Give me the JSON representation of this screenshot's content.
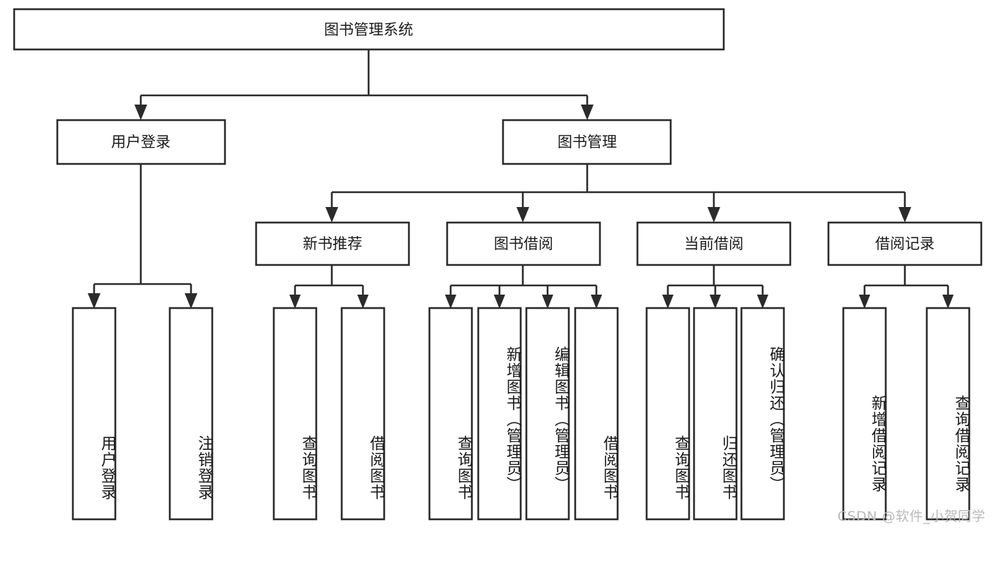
{
  "diagram": {
    "title": "图书管理系统",
    "type": "hierarchy-tree",
    "watermark": "CSDN @软件_小贺同学",
    "colors": {
      "stroke": "#2b2b2b",
      "box_fill": "#ffffff",
      "text": "#1a1a1a",
      "watermark": "#b9b9b9",
      "background": "#ffffff"
    },
    "root": {
      "label": "图书管理系统"
    },
    "level2": [
      {
        "label": "用户登录"
      },
      {
        "label": "图书管理"
      }
    ],
    "level3": [
      {
        "label": "新书推荐"
      },
      {
        "label": "图书借阅"
      },
      {
        "label": "当前借阅"
      },
      {
        "label": "借阅记录"
      }
    ],
    "leaves": {
      "user_login": [
        {
          "label": "用户登录"
        },
        {
          "label": "注销登录"
        }
      ],
      "new_book_recommend": [
        {
          "label": "查询图书"
        },
        {
          "label": "借阅图书"
        }
      ],
      "book_borrow": [
        {
          "label": "查询图书"
        },
        {
          "label": "新增图书（管理员）"
        },
        {
          "label": "编辑图书（管理员）"
        },
        {
          "label": "借阅图书"
        }
      ],
      "current_borrow": [
        {
          "label": "查询图书"
        },
        {
          "label": "归还图书"
        },
        {
          "label": "确认归还（管理员）"
        }
      ],
      "borrow_record": [
        {
          "label": "新增借阅记录"
        },
        {
          "label": "查询借阅记录"
        }
      ]
    }
  }
}
